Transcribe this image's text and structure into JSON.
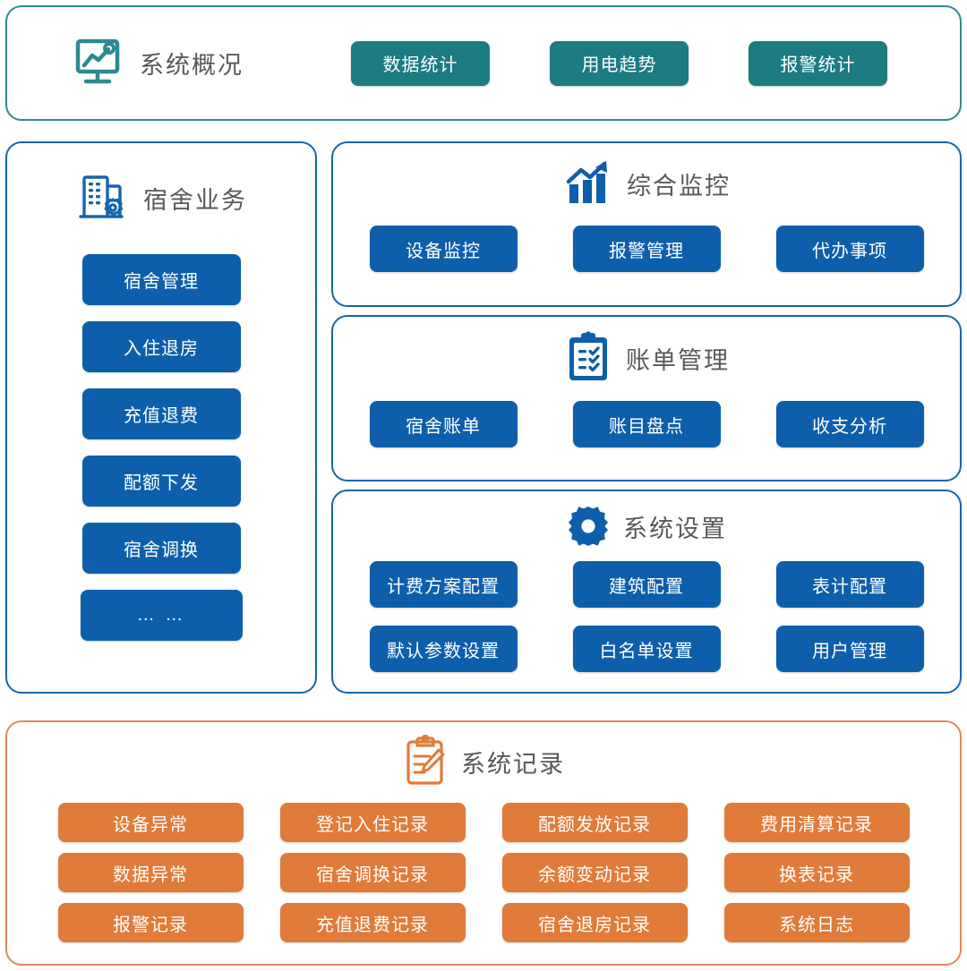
{
  "colors": {
    "teal": "#1d7b82",
    "teal_border": "#2e8a8f",
    "blue": "#0e5fab",
    "blue_border": "#1565ad",
    "orange": "#e07b39",
    "orange_border": "#e08a55",
    "title_text": "#58595b"
  },
  "overview": {
    "icon": "monitor-chart-icon",
    "title": "系统概况",
    "buttons": [
      {
        "label": "数据统计"
      },
      {
        "label": "用电趋势"
      },
      {
        "label": "报警统计"
      }
    ]
  },
  "dorm": {
    "icon": "building-gear-icon",
    "title": "宿舍业务",
    "buttons": [
      {
        "label": "宿舍管理"
      },
      {
        "label": "入住退房"
      },
      {
        "label": "充值退费"
      },
      {
        "label": "配额下发"
      },
      {
        "label": "宿舍调换"
      },
      {
        "label": "…  …"
      }
    ]
  },
  "monitor": {
    "icon": "bar-chart-arrow-icon",
    "title": "综合监控",
    "buttons": [
      {
        "label": "设备监控"
      },
      {
        "label": "报警管理"
      },
      {
        "label": "代办事项"
      }
    ]
  },
  "billing": {
    "icon": "clipboard-check-icon",
    "title": "账单管理",
    "buttons": [
      {
        "label": "宿舍账单"
      },
      {
        "label": "账目盘点"
      },
      {
        "label": "收支分析"
      }
    ]
  },
  "settings": {
    "icon": "gear-icon",
    "title": "系统设置",
    "buttons": [
      {
        "label": "计费方案配置"
      },
      {
        "label": "建筑配置"
      },
      {
        "label": "表计配置"
      },
      {
        "label": "默认参数设置"
      },
      {
        "label": "白名单设置"
      },
      {
        "label": "用户管理"
      }
    ]
  },
  "records": {
    "icon": "clipboard-pen-icon",
    "title": "系统记录",
    "buttons": [
      {
        "label": "设备异常"
      },
      {
        "label": "登记入住记录"
      },
      {
        "label": "配额发放记录"
      },
      {
        "label": "费用清算记录"
      },
      {
        "label": "数据异常"
      },
      {
        "label": "宿舍调换记录"
      },
      {
        "label": "余额变动记录"
      },
      {
        "label": "换表记录"
      },
      {
        "label": "报警记录"
      },
      {
        "label": "充值退费记录"
      },
      {
        "label": "宿舍退房记录"
      },
      {
        "label": "系统日志"
      }
    ]
  }
}
